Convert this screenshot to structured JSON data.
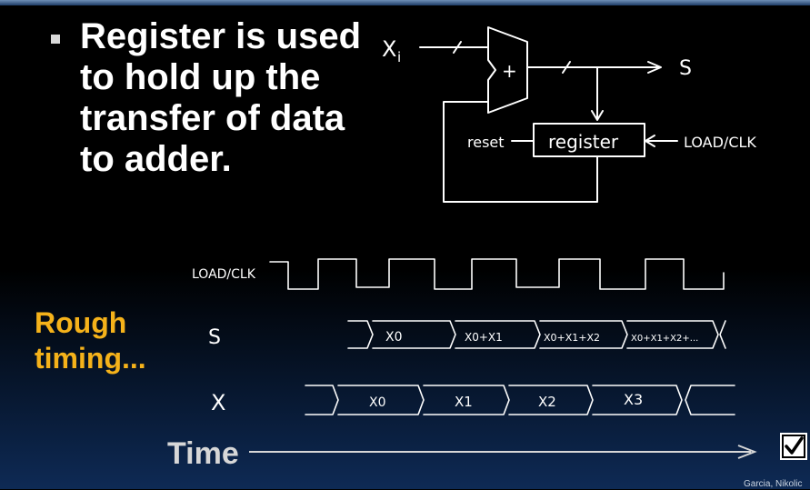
{
  "bullet": {
    "lines": [
      "Register is used",
      "to hold up the",
      "transfer of data",
      "to adder."
    ]
  },
  "sidebar_label": {
    "lines": [
      "Rough",
      "timing..."
    ]
  },
  "time_axis": {
    "label": "Time"
  },
  "schematic": {
    "input": "X",
    "input_subscript": "i",
    "adder_symbol": "+",
    "output": "S",
    "register": "register",
    "reset": "reset",
    "load_clk": "LOAD/CLK"
  },
  "timing": {
    "clk_label": "LOAD/CLK",
    "s_label": "S",
    "x_label": "X",
    "s_values": [
      "X0",
      "X0+X1",
      "X0+X1+X2",
      "X0+X1+X2+..."
    ],
    "x_values": [
      "X0",
      "X1",
      "X2",
      "X3"
    ]
  },
  "icons": {
    "checkbox": "checkbox-icon",
    "bullet": "square-bullet-icon"
  },
  "colors": {
    "accent": "#f5b21a",
    "text": "#ffffff",
    "muted": "#d7d7d7"
  },
  "footer": {
    "credit": "Garcia, Nikolic"
  }
}
